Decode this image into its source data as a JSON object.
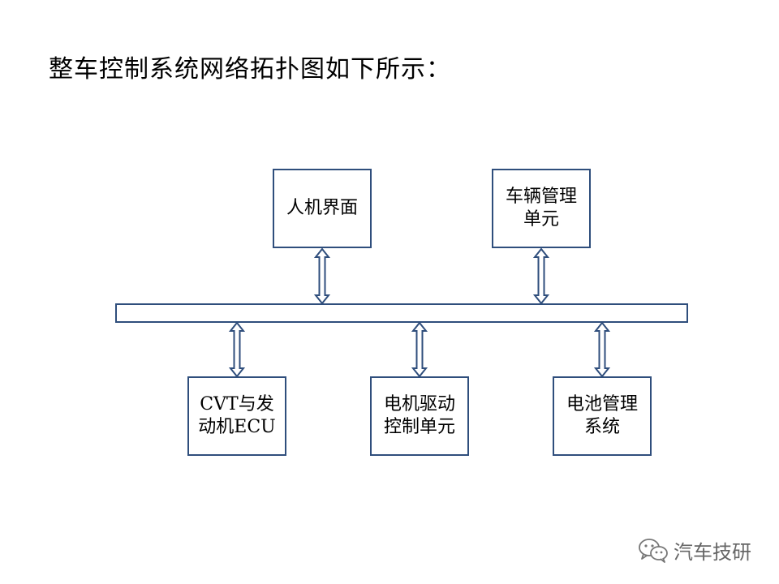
{
  "title": "整车控制系统网络拓扑图如下所示：",
  "nodes": {
    "hmi": {
      "line1": "人机界面",
      "line2": ""
    },
    "vmu": {
      "line1": "车辆管理",
      "line2": "单元"
    },
    "cvt": {
      "line1": "CVT与发",
      "line2": "动机ECU"
    },
    "mcu": {
      "line1": "电机驱动",
      "line2": "控制单元"
    },
    "bms": {
      "line1": "电池管理",
      "line2": "系统"
    }
  },
  "colors": {
    "box_border": "#2f4e7c",
    "arrow": "#2f4e7c",
    "watermark": "#666666"
  },
  "watermark": {
    "icon": "wechat-icon",
    "text": "汽车技研"
  }
}
